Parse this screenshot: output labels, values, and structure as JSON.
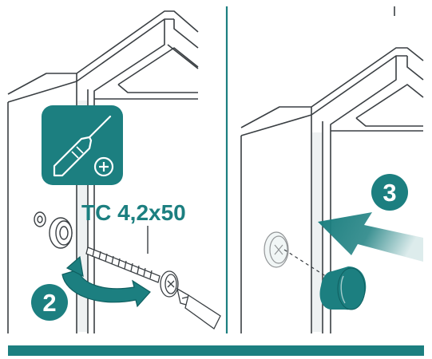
{
  "colors": {
    "teal": "#1c7f80",
    "teal_dark": "#0f5f60",
    "line": "#3a3f43",
    "panel_fill": "#ffffff",
    "shade": "#eef1f2",
    "white": "#ffffff"
  },
  "left_panel": {
    "tool_icon": "screwdriver-plus-icon",
    "screw_spec_label": "TC 4,2x50",
    "step_badge": "2"
  },
  "right_panel": {
    "step_badge": "3",
    "arrow_icon": "push-arrow-icon",
    "cap_icon": "screw-cover-cap-icon"
  },
  "bottom_bar": {
    "color": "#1c7f80"
  }
}
